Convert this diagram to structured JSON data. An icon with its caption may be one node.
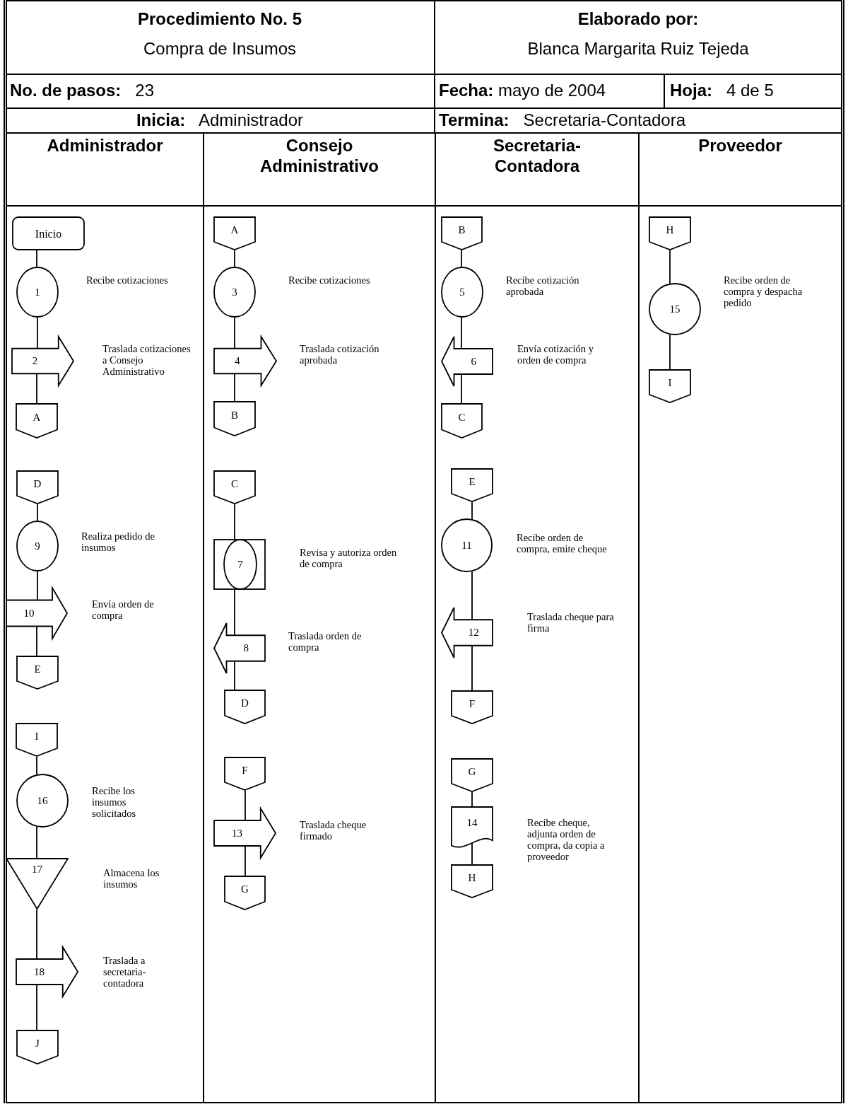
{
  "diagram": {
    "nodes": [
      {
        "text": [
          "Administrador"
        ]
      },
      {
        "text": [
          "Inicio"
        ],
        "in": 0
      },
      {
        "text": [
          "1"
        ],
        "in": 0,
        "beside": [
          "Recibe cotizaciones"
        ]
      },
      {
        "text": [
          "2"
        ],
        "in": 0,
        "beside": [
          "Traslada cotizaciones a Consejo Administrativo"
        ]
      },
      {
        "text": [
          "A"
        ],
        "in": 0
      },
      {
        "text": [
          "D"
        ],
        "in": 0
      },
      {
        "text": [
          "9"
        ],
        "in": 0,
        "beside": [
          "Realiza pedido de insumos"
        ]
      },
      {
        "text": [
          "10"
        ],
        "in": 0,
        "beside": [
          "Envía orden de compra"
        ]
      },
      {
        "text": [
          "E"
        ],
        "in": 0
      },
      {
        "text": [
          "I"
        ],
        "in": 0
      },
      {
        "text": [
          "16"
        ],
        "in": 0,
        "beside": [
          "Recibe los insumos solicitados"
        ]
      },
      {
        "text": [
          "17"
        ],
        "in": 0,
        "beside": [
          "Almacena los insumos"
        ]
      },
      {
        "text": [
          "18"
        ],
        "in": 0,
        "beside": [
          "Traslada a secretaria-contadora"
        ]
      },
      {
        "text": [
          "J"
        ],
        "in": 0
      },
      {
        "text": [
          "Consejo Administrativo"
        ]
      },
      {
        "text": [
          "A"
        ],
        "in": 14
      },
      {
        "text": [
          "3"
        ],
        "in": 14,
        "beside": [
          "Recibe cotizaciones"
        ]
      },
      {
        "text": [
          "4"
        ],
        "in": 14,
        "beside": [
          "Traslada cotización aprobada"
        ]
      },
      {
        "text": [
          "B"
        ],
        "in": 14
      },
      {
        "text": [
          "C"
        ],
        "in": 14
      },
      {
        "text": [
          "7"
        ],
        "in": 14,
        "beside": [
          "Revisa y autoriza orden de compra"
        ]
      },
      {
        "text": [
          "8"
        ],
        "in": 14,
        "beside": [
          "Traslada orden de compra"
        ]
      },
      {
        "text": [
          "D"
        ],
        "in": 14
      },
      {
        "text": [
          "F"
        ],
        "in": 14
      },
      {
        "text": [
          "13"
        ],
        "in": 14,
        "beside": [
          "Traslada cheque firmado"
        ]
      },
      {
        "text": [
          "G"
        ],
        "in": 14
      },
      {
        "text": [
          "Secretaria-Contadora"
        ]
      },
      {
        "text": [
          "B"
        ],
        "in": 26
      },
      {
        "text": [
          "5"
        ],
        "in": 26,
        "beside": [
          "Recibe cotización aprobada"
        ]
      },
      {
        "text": [
          "6"
        ],
        "in": 26,
        "beside": [
          "Envía cotización y orden de compra"
        ]
      },
      {
        "text": [
          "C"
        ],
        "in": 26
      },
      {
        "text": [
          "E"
        ],
        "in": 26
      },
      {
        "text": [
          "11"
        ],
        "in": 26,
        "beside": [
          "Recibe orden de compra, emite cheque"
        ]
      },
      {
        "text": [
          "12"
        ],
        "in": 26,
        "beside": [
          "Traslada cheque para firma"
        ]
      },
      {
        "text": [
          "F"
        ],
        "in": 26
      },
      {
        "text": [
          "G"
        ],
        "in": 26
      },
      {
        "text": [
          "14"
        ],
        "in": 26,
        "beside": [
          "Recibe cheque, adjunta orden de compra, da copia a proveedor"
        ]
      },
      {
        "text": [
          "H"
        ],
        "in": 26
      },
      {
        "text": [
          "Proveedor"
        ]
      },
      {
        "text": [
          "H"
        ],
        "in": 38
      },
      {
        "text": [
          "15"
        ],
        "in": 38,
        "beside": [
          "Recibe orden de compra y despacha pedido"
        ]
      },
      {
        "text": [
          "I"
        ],
        "in": 38
      }
    ],
    "edges": [
      {
        "from": 1,
        "to": 2,
        "arrow": "none"
      },
      {
        "from": 2,
        "to": 3,
        "arrow": "none"
      },
      {
        "from": 3,
        "to": 4,
        "arrow": "none"
      },
      {
        "from": 5,
        "to": 6,
        "arrow": "none"
      },
      {
        "from": 6,
        "to": 7,
        "arrow": "none"
      },
      {
        "from": 7,
        "to": 8,
        "arrow": "none"
      },
      {
        "from": 9,
        "to": 10,
        "arrow": "none"
      },
      {
        "from": 10,
        "to": 11,
        "arrow": "none"
      },
      {
        "from": 11,
        "to": 12,
        "arrow": "none"
      },
      {
        "from": 12,
        "to": 13,
        "arrow": "none"
      },
      {
        "from": 15,
        "to": 16,
        "arrow": "none"
      },
      {
        "from": 16,
        "to": 17,
        "arrow": "none"
      },
      {
        "from": 17,
        "to": 18,
        "arrow": "none"
      },
      {
        "from": 19,
        "to": 20,
        "arrow": "none"
      },
      {
        "from": 20,
        "to": 21,
        "arrow": "none"
      },
      {
        "from": 21,
        "to": 22,
        "arrow": "none"
      },
      {
        "from": 23,
        "to": 24,
        "arrow": "none"
      },
      {
        "from": 24,
        "to": 25,
        "arrow": "none"
      },
      {
        "from": 27,
        "to": 28,
        "arrow": "none"
      },
      {
        "from": 28,
        "to": 29,
        "arrow": "none"
      },
      {
        "from": 29,
        "to": 30,
        "arrow": "none"
      },
      {
        "from": 31,
        "to": 32,
        "arrow": "none"
      },
      {
        "from": 32,
        "to": 33,
        "arrow": "none"
      },
      {
        "from": 33,
        "to": 34,
        "arrow": "none"
      },
      {
        "from": 35,
        "to": 36,
        "arrow": "none"
      },
      {
        "from": 36,
        "to": 37,
        "arrow": "none"
      },
      {
        "from": 39,
        "to": 40,
        "arrow": "none"
      },
      {
        "from": 40,
        "to": 41,
        "arrow": "none"
      }
    ],
    "labels": [
      "Procedimiento No. 5",
      "Compra de Insumos",
      "Elaborado por:",
      "Blanca Margarita Ruiz Tejeda",
      "**No. de pasos:**   23",
      "**Fecha:** mayo de 2004",
      "**Hoja:**   4 de 5",
      "**Inicia:**   Administrador",
      "**Termina:**   Secretaria-Contadora"
    ]
  }
}
